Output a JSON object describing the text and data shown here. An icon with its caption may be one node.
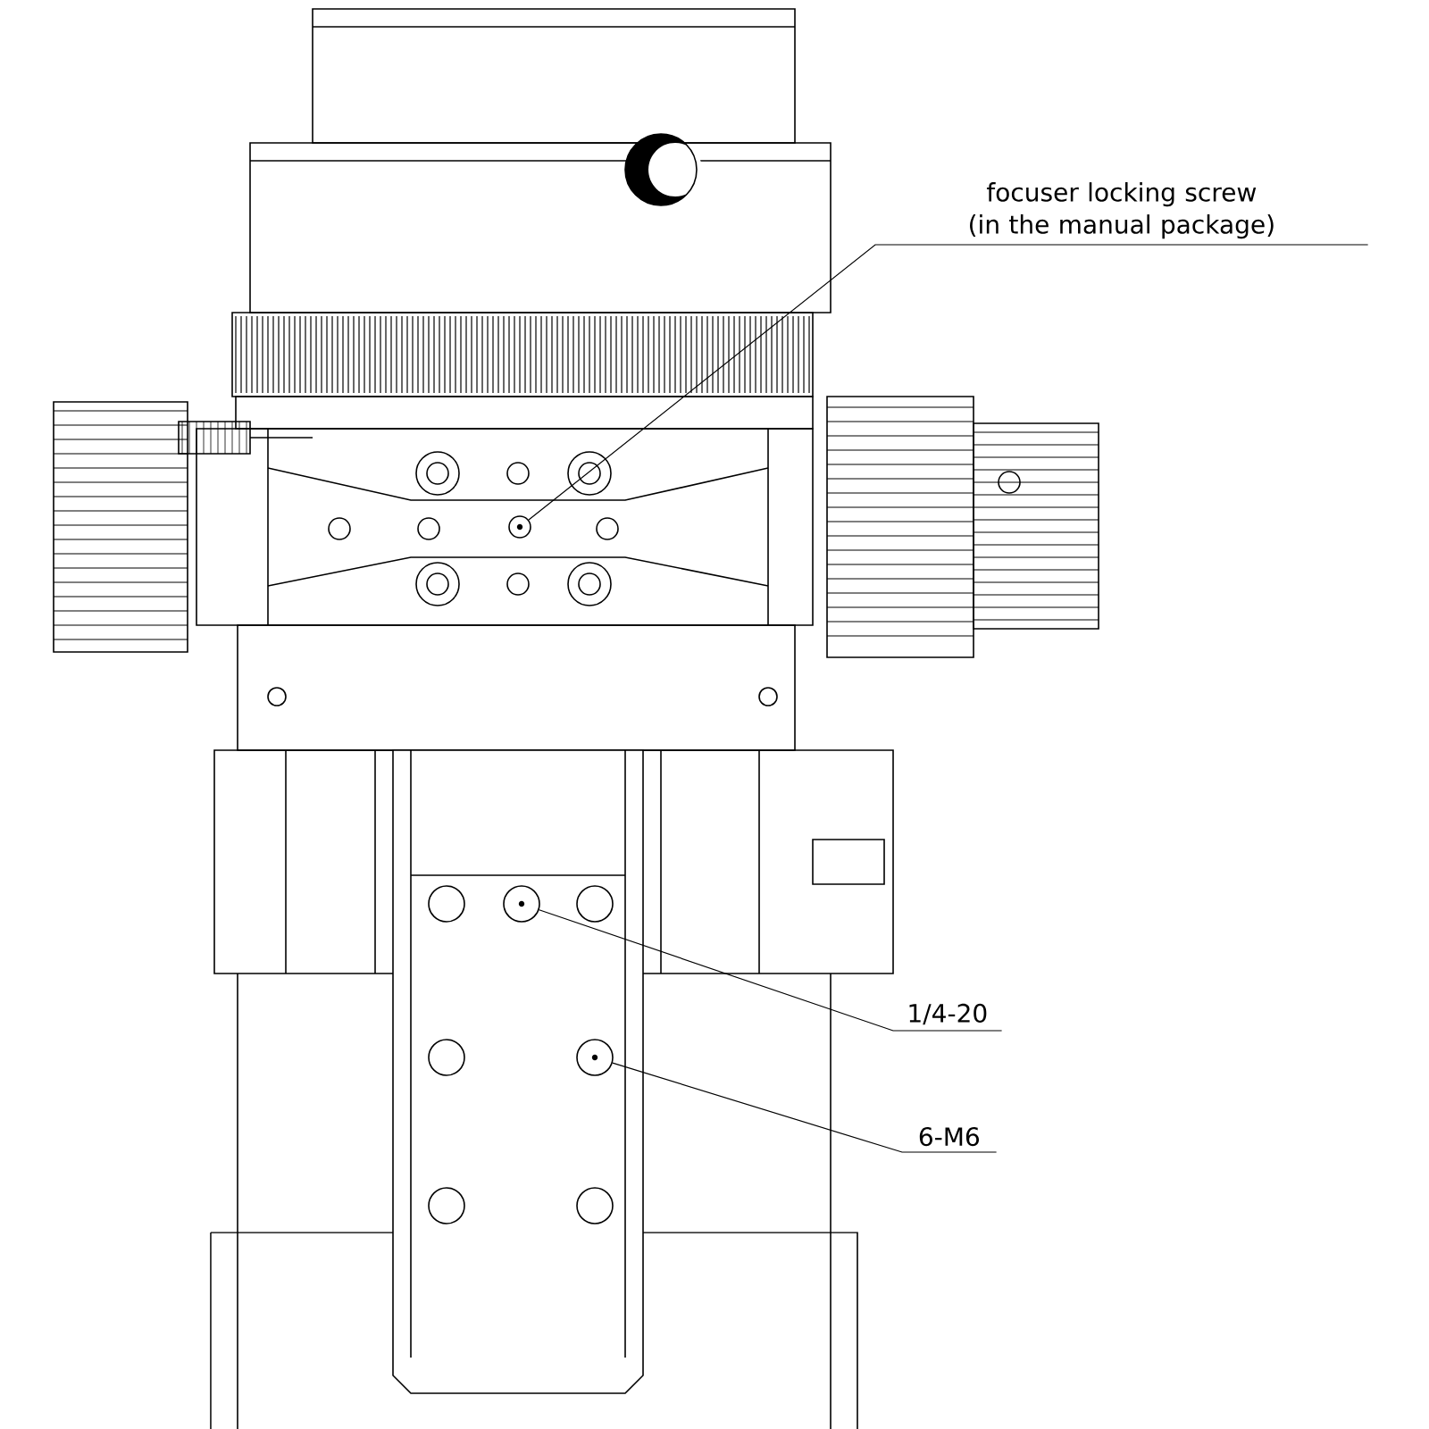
{
  "diagram": {
    "nodes": [
      {
        "text": [
          "focuser locking screw (in the manual package)"
        ]
      },
      {
        "text": [
          "1/4-20"
        ]
      },
      {
        "text": [
          "6-M6"
        ]
      },
      {
        "text": [],
        "shape": "circle"
      },
      {
        "text": [],
        "shape": "circle"
      },
      {
        "text": [],
        "shape": "circle"
      }
    ],
    "edges": [
      {
        "from": 0,
        "to": 3,
        "arrow": "none"
      },
      {
        "from": 1,
        "to": 4,
        "arrow": "none"
      },
      {
        "from": 2,
        "to": 5,
        "arrow": "none"
      }
    ]
  }
}
